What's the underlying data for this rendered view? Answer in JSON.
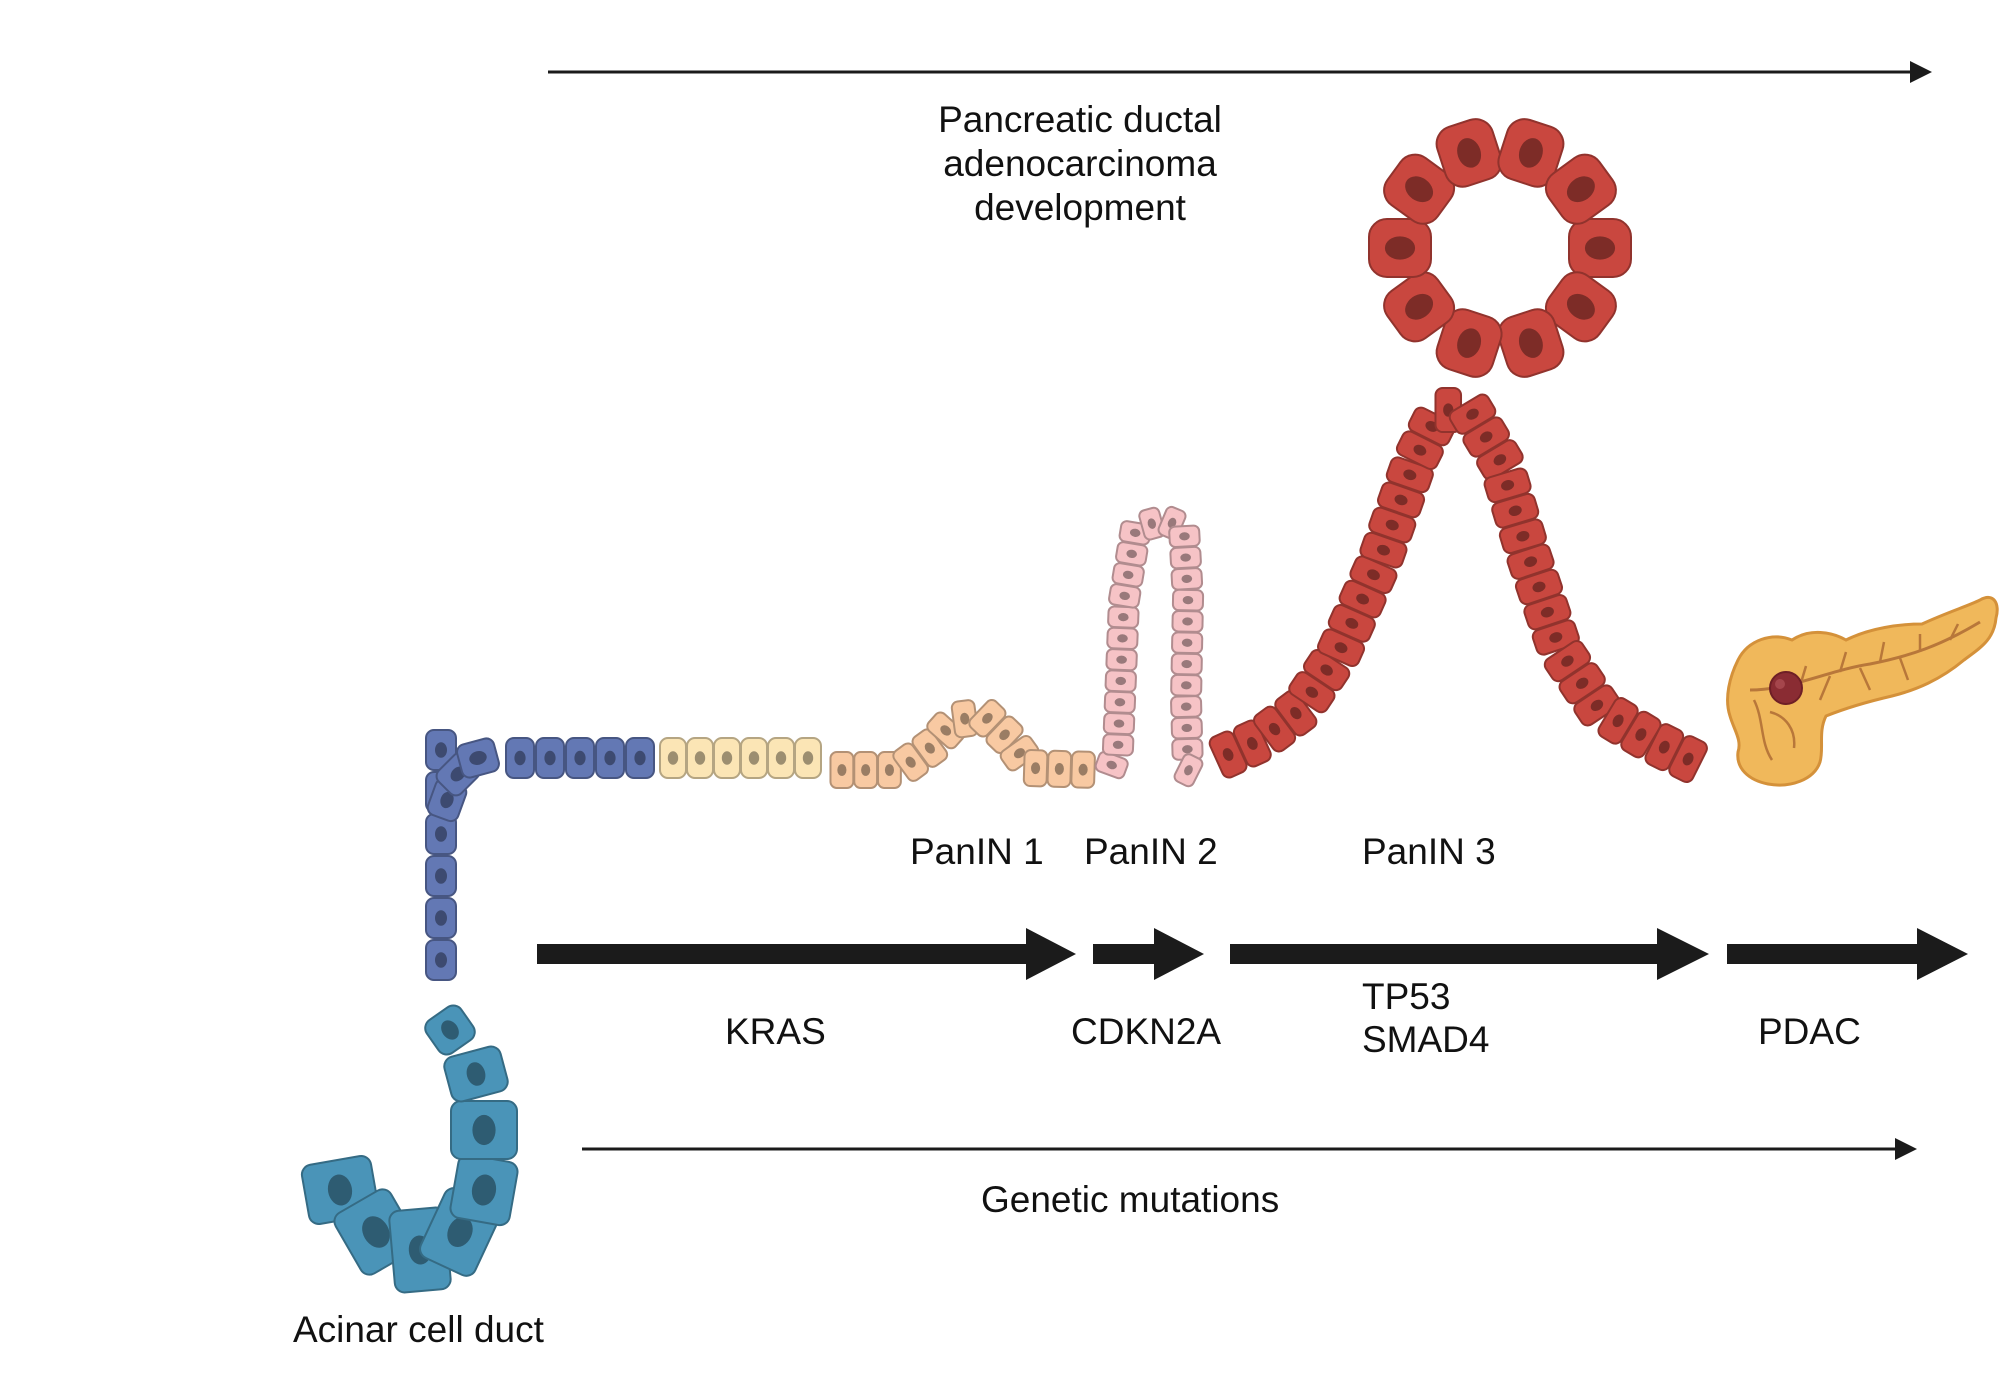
{
  "title": {
    "line1": "Pancreatic ductal",
    "line2": "adenocarcinoma",
    "line3": "development"
  },
  "stages": {
    "panin1": "PanIN 1",
    "panin2": "PanIN 2",
    "panin3": "PanIN 3"
  },
  "mutations": {
    "kras": "KRAS",
    "cdkn2a": "CDKN2A",
    "tp53": "TP53",
    "smad4": "SMAD4",
    "pdac": "PDAC"
  },
  "bottom_label": "Genetic mutations",
  "acinar_label": "Acinar cell duct",
  "colors": {
    "acinar": "#4a94b8",
    "normal_duct": "#6378b4",
    "panin1_early": "#fbe5b5",
    "panin1": "#f8c9a2",
    "panin2": "#f6c3c6",
    "panin3": "#c9473f",
    "pancreas": "#f0b85b",
    "arrow": "#1b1b1b"
  }
}
